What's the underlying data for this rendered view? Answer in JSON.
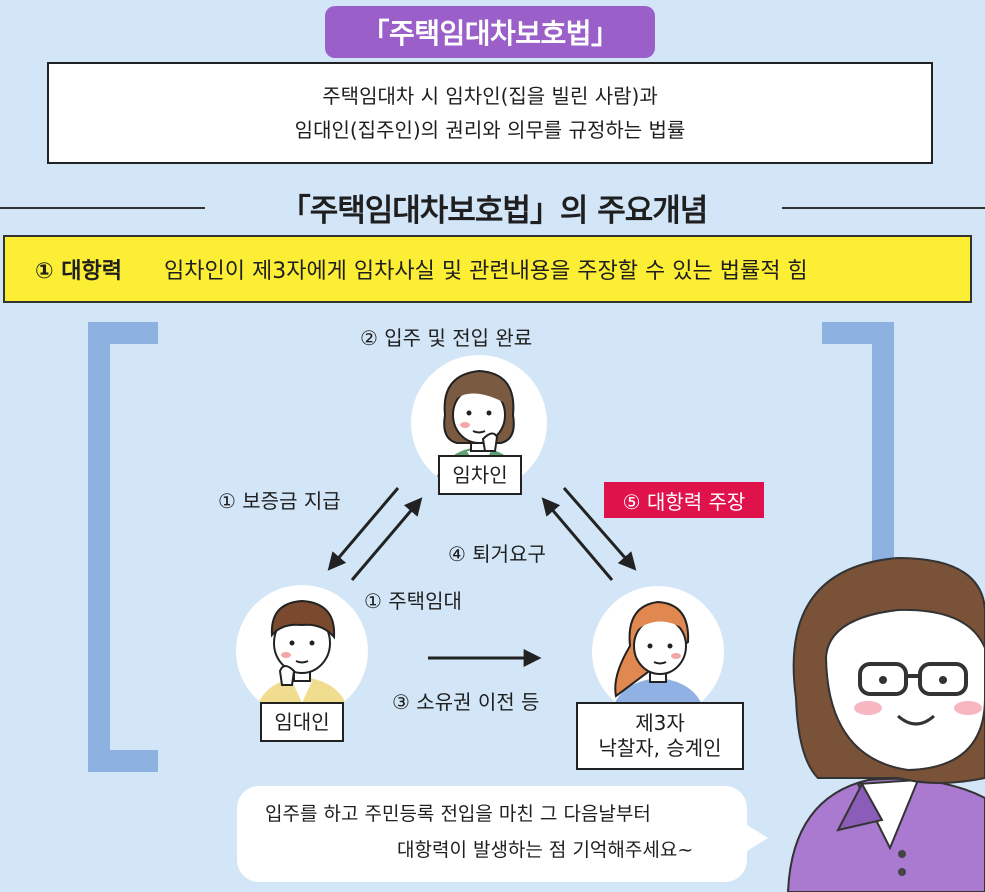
{
  "title": "「주택임대차보호법」",
  "definition": {
    "line1": "주택임대차 시 임차인(집을 빌린 사람)과",
    "line2": "임대인(집주인)의 권리와 의무를 규정하는 법률"
  },
  "section_title": "「주택임대차보호법」의 주요개념",
  "concept": {
    "number_label": "① 대항력",
    "description": "임차인이 제3자에게 임차사실 및 관련내용을 주장할 수 있는 법률적 힘"
  },
  "diagram": {
    "top_step": "② 입주 및 전입 완료",
    "tenant_label": "임차인",
    "landlord_label": "임대인",
    "third_party_line1": "제3자",
    "third_party_line2": "낙찰자, 승계인",
    "deposit_label": "① 보증금 지급",
    "lease_label": "① 주택임대",
    "eviction_label": "④ 퇴거요구",
    "assert_label": "⑤ 대항력 주장",
    "transfer_label": "③ 소유권 이전 등"
  },
  "speech": {
    "line1": "입주를 하고 주민등록 전입을 마친 그 다음날부터",
    "line2": "대항력이 발생하는 점 기억해주세요~"
  },
  "colors": {
    "background": "#d3e6f7",
    "title_badge": "#9a5fc8",
    "concept_highlight": "#fbee34",
    "bracket": "#8db2e2",
    "assert_badge": "#e0124c"
  }
}
